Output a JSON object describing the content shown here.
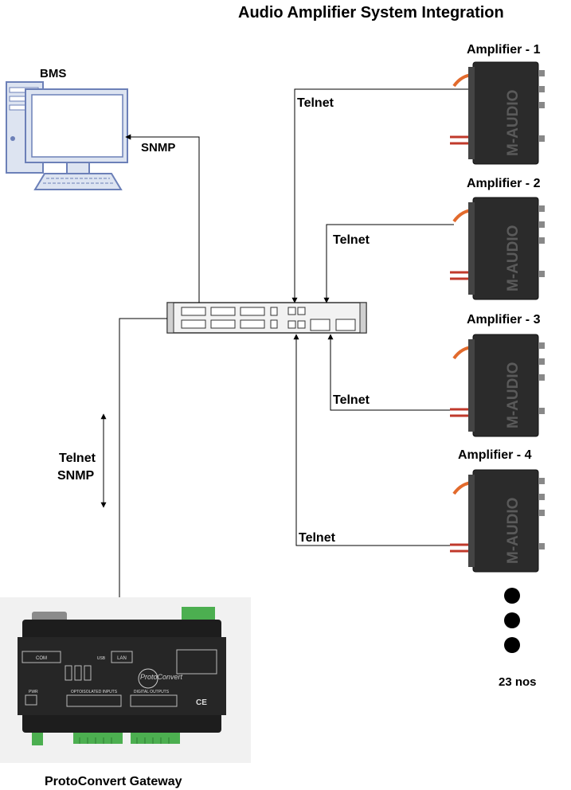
{
  "title": "Audio Amplifier System Integration",
  "bms": {
    "label": "BMS"
  },
  "gateway": {
    "label": "ProtoConvert Gateway",
    "panel": {
      "com": "COM",
      "lan": "LAN",
      "usb": "USB",
      "pwr": "PWR",
      "opto": "OPTOISOLATED INPUTS",
      "digital": "DIGITAL OUTPUTS",
      "brand": "ProtoConvert",
      "ce": "CE"
    }
  },
  "links": {
    "bms_snmp": "SNMP",
    "gateway_telnet": "Telnet",
    "gateway_snmp": "SNMP"
  },
  "amplifiers": [
    {
      "name": "Amplifier - 1",
      "link": "Telnet",
      "brand": "M-AUDIO"
    },
    {
      "name": "Amplifier - 2",
      "link": "Telnet",
      "brand": "M-AUDIO"
    },
    {
      "name": "Amplifier - 3",
      "link": "Telnet",
      "brand": "M-AUDIO"
    },
    {
      "name": "Amplifier - 4",
      "link": "Telnet",
      "brand": "M-AUDIO"
    }
  ],
  "count_label": "23 nos"
}
